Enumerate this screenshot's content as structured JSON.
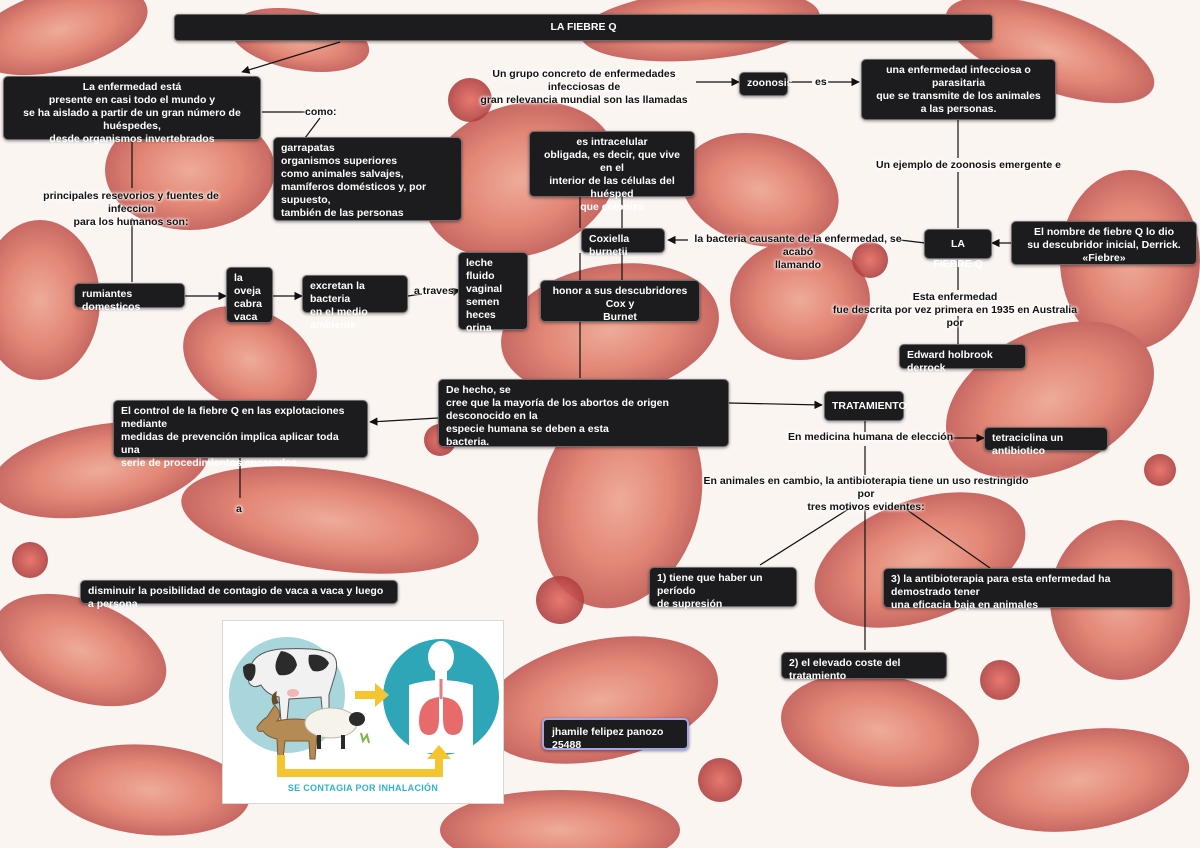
{
  "title": "LA FIEBRE Q",
  "nodes": {
    "enfermedad_presente": "La enfermedad está\npresente en casi todo el mundo y\nse ha aislado a partir de un gran número de huéspedes,\ndesde organismos invertebrados",
    "garrapatas": "garrapatas\norganismos superiores\ncomo animales salvajes,\n mamíferos domésticos y, por supuesto,\n también de las personas",
    "rumiantes": "rumiantes domesticos",
    "oveja": "la oveja\ncabra\nvaca",
    "excretan": "excretan la bacteria\nen el medio ambiente",
    "fluidos": "leche\nfluido vaginal\nsemen\nheces\norina",
    "intracelular": "es intracelular\nobligada, es decir, que vive en el\ninterior de las células del huésped\nque coloniza",
    "coxiella": "Coxiella burnetii",
    "honor": "honor a sus descubridores Cox y\nBurnet",
    "zoonosis": "zoonosis",
    "def_zoonosis": "una enfermedad infecciosa o parasitaria\nque se transmite de los animales\na las personas.",
    "fiebre_q": "LA FIEBRE Q",
    "nombre": "El nombre de fiebre Q lo dio\nsu descubridor inicial, Derrick. «Fiebre»",
    "derrock": "Edward holbrook derrock",
    "abortos": "De hecho, se\ncree que la mayoría de los abortos de origen desconocido en la\nespecie humana se deben a esta\nbacteria.",
    "control": "El control de la fiebre Q en las explotaciones mediante\nmedidas de prevención implica aplicar toda una\nserie de procedimientos encarados",
    "tratamiento": "TRATAMIENTO",
    "tetraciclina": "tetraciclina un antibiotico",
    "motivo1": "1) tiene que haber un período\nde supresión",
    "motivo3": "3) la antibioterapia para esta enfermedad ha demostrado tener\nuna eficacia baja en animales",
    "motivo2": "2) el elevado coste del tratamiento",
    "disminuir": "disminuir la posibilidad de contagio de vaca a vaca y luego a persona",
    "autor": "jhamile felipez panozo 25488"
  },
  "labels": {
    "como": "como:",
    "reservorios": "principales resevorios y fuentes de infeccion\npara los humanos son:",
    "traves": "a traves",
    "grupo": "Un grupo concreto de enfermedades infecciosas de\ngran relevancia mundial son las llamadas",
    "es": "es",
    "ejemplo": "Un ejemplo de zoonosis emergente e",
    "causante": "la bacteria causante de la enfermedad, se acabó\nllamando",
    "descrita": "Esta enfermedad\nfue descrita por vez primera en 1935 en Australia por",
    "medicina": "En medicina humana  de elección",
    "animales": "En animales en cambio, la antibioterapia tiene un uso restringido por\ntres motivos evidentes:",
    "a": "a"
  },
  "illustration": {
    "caption": "SE CONTAGIA POR INHALACIÓN"
  },
  "colors": {
    "node_bg": "#1c1c1e",
    "author_border": "#a3a7e6",
    "arrow_yellow": "#f4c531",
    "circle_teal": "#a9d5dc",
    "circle_teal_dark": "#2fa6b8",
    "caption": "#2fb5c6"
  }
}
